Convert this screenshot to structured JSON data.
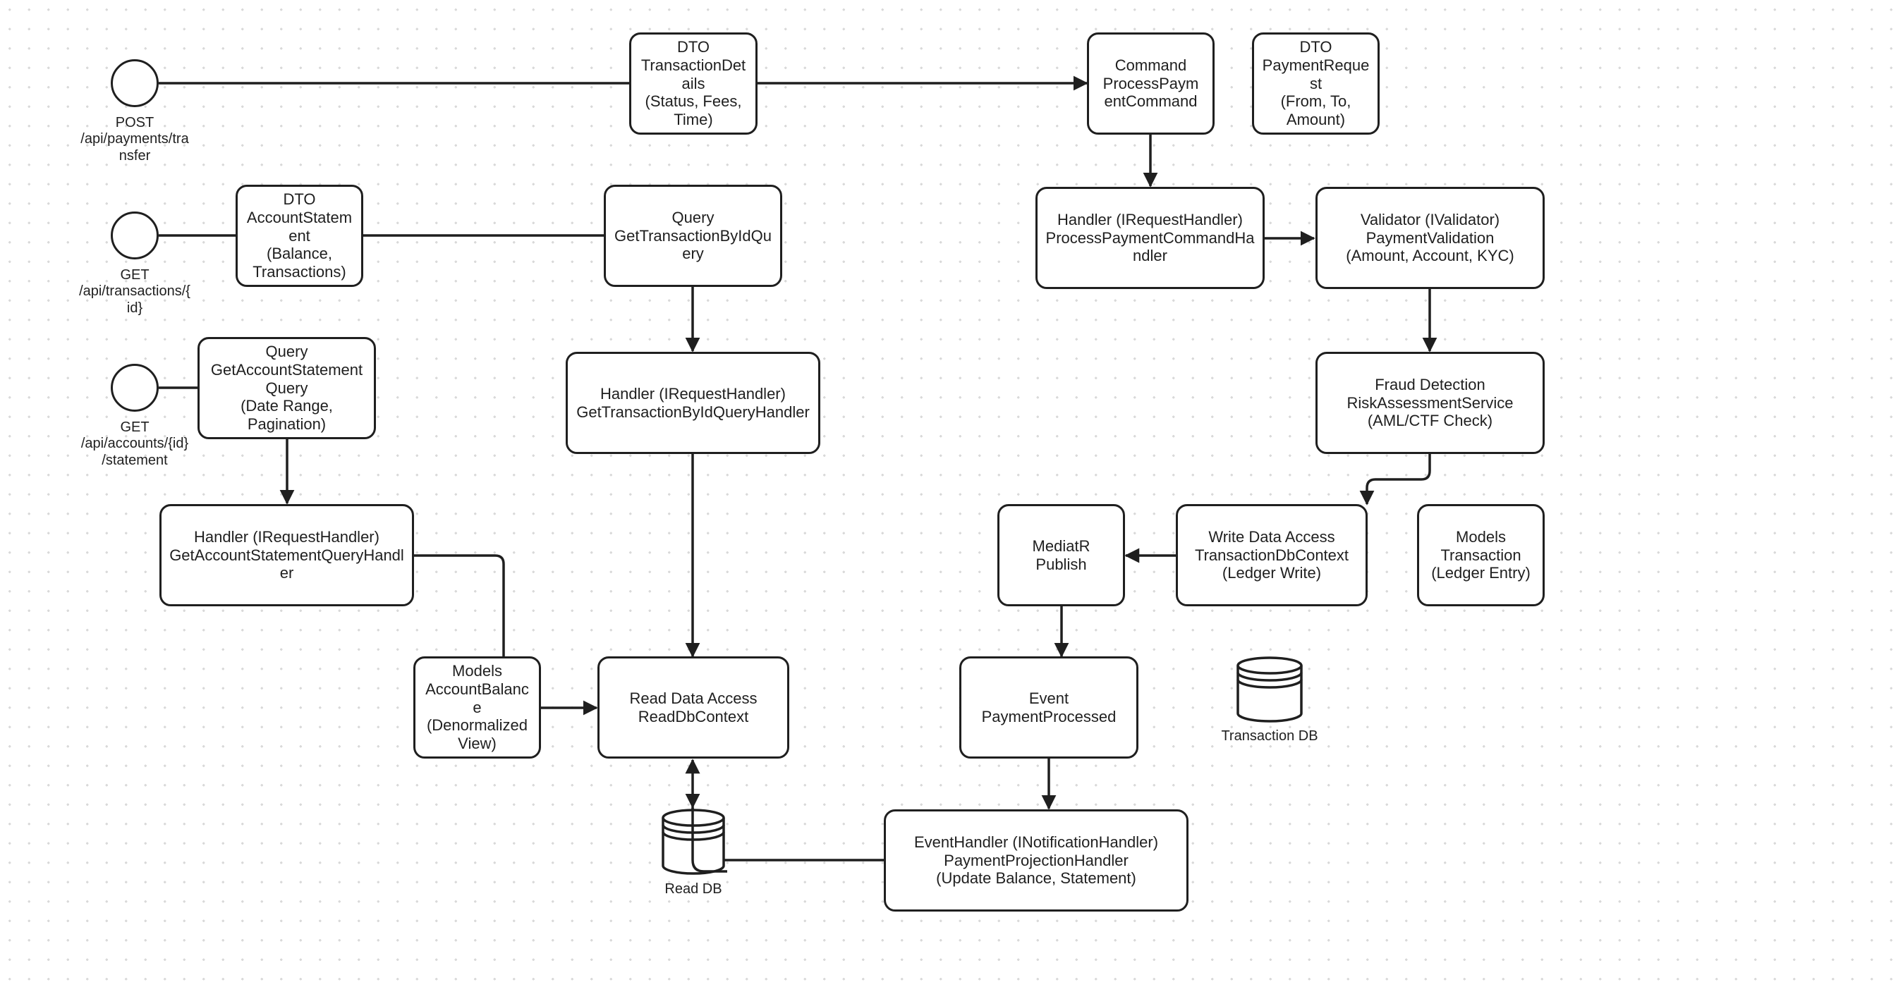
{
  "diagram": {
    "endpoints": [
      {
        "id": "post-transfer",
        "lines": [
          "POST",
          "/api/payments/tra",
          "nsfer"
        ]
      },
      {
        "id": "get-transaction",
        "lines": [
          "GET",
          "/api/transactions/{",
          "id}"
        ]
      },
      {
        "id": "get-statement",
        "lines": [
          "GET",
          "/api/accounts/{id}",
          "/statement"
        ]
      }
    ],
    "nodes": {
      "dto_transaction_details": {
        "lines": [
          "DTO",
          "TransactionDet",
          "ails",
          "(Status, Fees,",
          "Time)"
        ]
      },
      "command_process_payment": {
        "lines": [
          "Command",
          "ProcessPaym",
          "entCommand"
        ]
      },
      "dto_payment_request": {
        "lines": [
          "DTO",
          "PaymentReque",
          "st",
          "(From, To,",
          "Amount)"
        ]
      },
      "dto_account_statement": {
        "lines": [
          "DTO",
          "AccountStatem",
          "ent",
          "(Balance,",
          "Transactions)"
        ]
      },
      "query_get_transaction": {
        "lines": [
          "Query",
          "GetTransactionByIdQu",
          "ery"
        ]
      },
      "handler_process_payment": {
        "lines": [
          "Handler (IRequestHandler)",
          "ProcessPaymentCommandHa",
          "ndler"
        ]
      },
      "validator_payment": {
        "lines": [
          "Validator (IValidator)",
          "PaymentValidation",
          "(Amount, Account, KYC)"
        ]
      },
      "query_get_statement": {
        "lines": [
          "Query",
          "GetAccountStatement",
          "Query",
          "(Date Range,",
          "Pagination)"
        ]
      },
      "handler_get_transaction": {
        "lines": [
          "Handler (IRequestHandler)",
          "GetTransactionByIdQueryHandler"
        ]
      },
      "fraud_detection": {
        "lines": [
          "Fraud Detection",
          "RiskAssessmentService",
          "(AML/CTF Check)"
        ]
      },
      "handler_get_statement": {
        "lines": [
          "Handler (IRequestHandler)",
          "GetAccountStatementQueryHandl",
          "er"
        ]
      },
      "mediatr_publish": {
        "lines": [
          "MediatR",
          "Publish"
        ]
      },
      "write_data_access": {
        "lines": [
          "Write Data Access",
          "TransactionDbContext",
          "(Ledger Write)"
        ]
      },
      "models_transaction": {
        "lines": [
          "Models",
          "Transaction",
          "(Ledger Entry)"
        ]
      },
      "models_account_balance": {
        "lines": [
          "Models",
          "AccountBalanc",
          "e",
          "(Denormalized",
          "View)"
        ]
      },
      "read_data_access": {
        "lines": [
          "Read Data Access",
          "ReadDbContext"
        ]
      },
      "event_payment_processed": {
        "lines": [
          "Event",
          "PaymentProcessed"
        ]
      },
      "event_handler_projection": {
        "lines": [
          "EventHandler (INotificationHandler)",
          "PaymentProjectionHandler",
          "(Update Balance, Statement)"
        ]
      }
    },
    "databases": {
      "transaction_db": {
        "label": "Transaction DB"
      },
      "read_db": {
        "label": "Read DB"
      }
    }
  },
  "colors": {
    "stroke": "#1f1f1f",
    "background": "#ffffff",
    "grid_dot": "#d9d9d9"
  }
}
